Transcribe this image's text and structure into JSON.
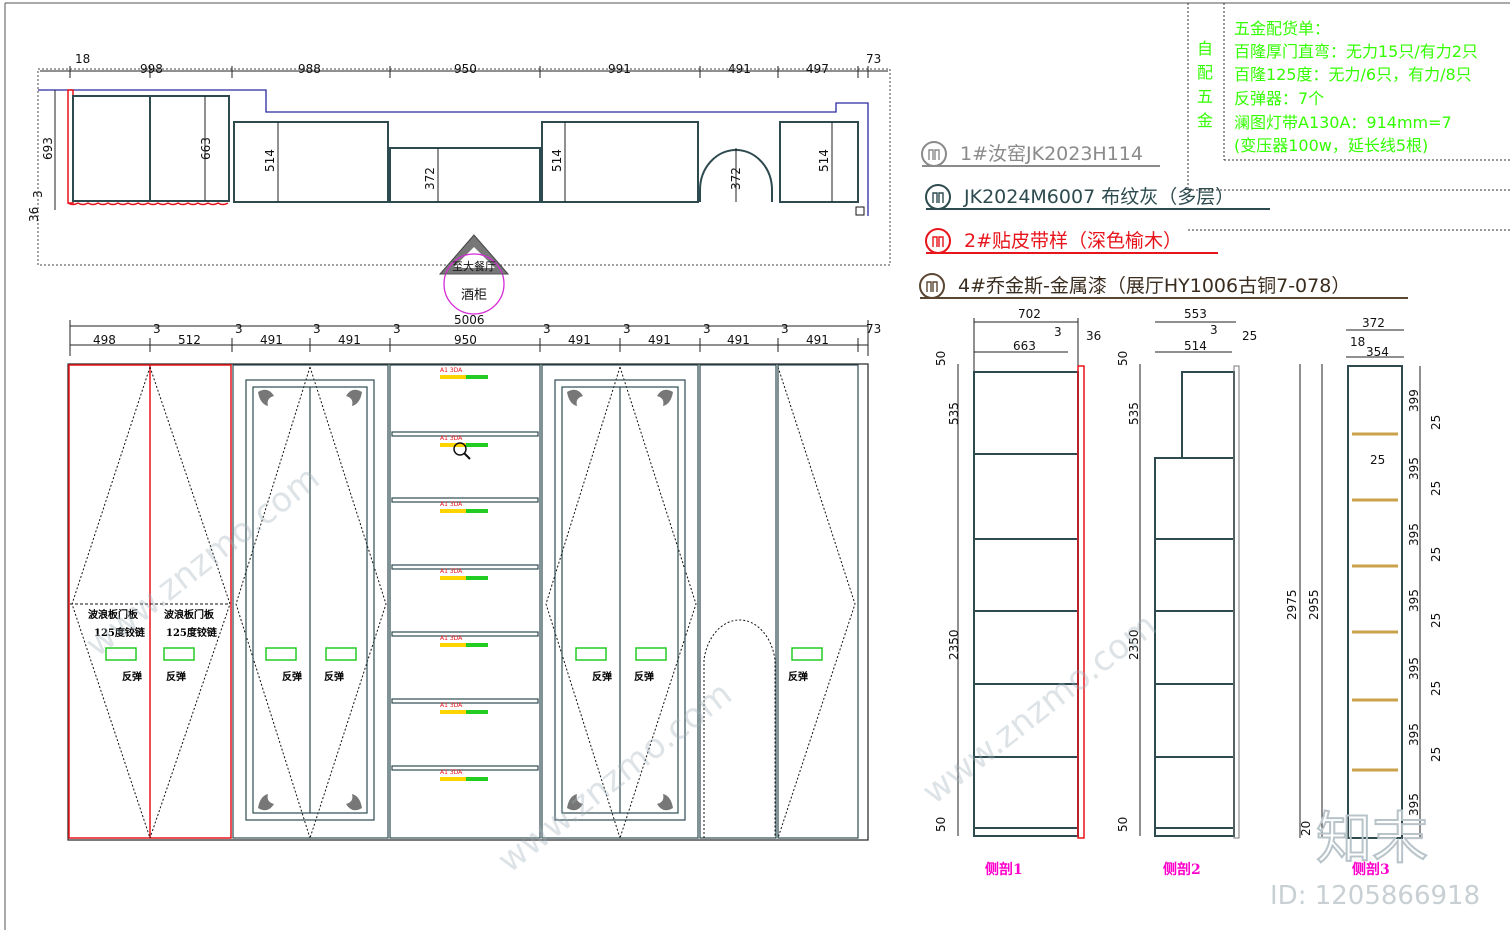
{
  "top_plan": {
    "widths": [
      "18",
      "998",
      "988",
      "950",
      "991",
      "491",
      "497",
      "73"
    ],
    "heights": [
      "693",
      "663",
      "514",
      "372",
      "514",
      "372",
      "514"
    ],
    "left_small": [
      "3",
      "36"
    ],
    "tag": {
      "top": "至大餐厅",
      "bottom": "酒柜"
    }
  },
  "elevation": {
    "total": "5006",
    "parts": [
      "498",
      "3",
      "512",
      "3",
      "491",
      "3",
      "491",
      "3",
      "950",
      "3",
      "491",
      "3",
      "491",
      "3",
      "491",
      "3",
      "491",
      "73"
    ],
    "door_note_1": "波浪板门板",
    "door_note_2": "125度铰链",
    "push_label": "反弹",
    "drawer_label": "A1 3DA"
  },
  "materials": [
    {
      "label": "1#汝窑JK2023H114",
      "color": "#8a8a8a"
    },
    {
      "label": "JK2024M6007 布纹灰（多层）",
      "color": "#2d4b4f"
    },
    {
      "label": "2#贴皮带样（深色榆木）",
      "color": "#e8141b"
    },
    {
      "label": "4#乔金斯-金属漆（展厅HY1006古铜7-078）",
      "color": "#5a4632"
    }
  ],
  "hardware": {
    "side": [
      "自",
      "配",
      "五",
      "金"
    ],
    "title": "五金配货单：",
    "lines": [
      "百隆厚门直弯：无力15只/有力2只",
      "百隆125度：无力/6只，有力/8只",
      "反弹器：7个",
      "澜图灯带A130A：914mm=7",
      "(变压器100w，延长线5根)"
    ]
  },
  "section1": {
    "caption": "侧剖1",
    "dims": [
      "702",
      "663",
      "3",
      "36",
      "50",
      "535",
      "2350",
      "50"
    ]
  },
  "section2": {
    "caption": "侧剖2",
    "dims": [
      "553",
      "514",
      "3",
      "25",
      "50",
      "535",
      "2350",
      "50"
    ]
  },
  "section3": {
    "caption": "侧剖3",
    "dims": [
      "372",
      "18",
      "354",
      "2975",
      "2955",
      "399",
      "25",
      "25",
      "395",
      "25",
      "395",
      "25",
      "395",
      "25",
      "395",
      "25",
      "395",
      "25",
      "395",
      "20"
    ]
  },
  "watermark": {
    "logo": "知末",
    "id": "ID: 1205866918",
    "site": "www.znzmo.com"
  }
}
